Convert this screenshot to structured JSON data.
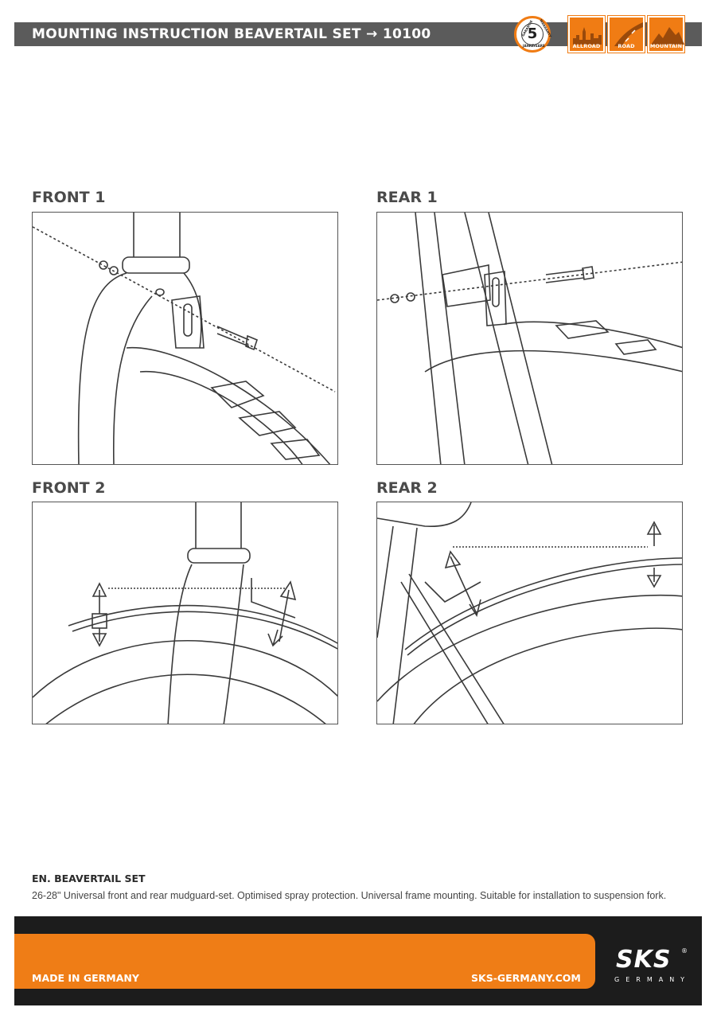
{
  "header": {
    "title": "MOUNTING INSTRUCTION BEAVERTAIL SET → 10100",
    "warranty": {
      "years": "5",
      "garantie": "GARANTIE",
      "warranty": "WARRANTY",
      "jahre": "JAHRE",
      "years_word": "YEARS"
    },
    "categories": [
      {
        "label": "ALLROAD",
        "icon": "city-skyline-icon"
      },
      {
        "label": "ROAD",
        "icon": "road-icon"
      },
      {
        "label": "MOUNTAIN",
        "icon": "mountain-icon"
      }
    ]
  },
  "panels": [
    {
      "title": "FRONT 1"
    },
    {
      "title": "REAR 1"
    },
    {
      "title": "FRONT 2"
    },
    {
      "title": "REAR 2"
    }
  ],
  "description": {
    "title": "EN. BEAVERTAIL SET",
    "body": "26-28\" Universal front and rear mudguard-set. Optimised spray protection. Universal frame mounting. Suitable for installation to suspension fork."
  },
  "footer": {
    "made_in": "MADE IN GERMANY",
    "url": "SKS-GERMANY.COM",
    "logo": "SKS",
    "logo_sub": "GERMANY",
    "logo_reg": "®"
  },
  "colors": {
    "accent": "#ef7d16",
    "header_gray": "#5b5b5b",
    "footer_dark": "#1c1c1c",
    "line": "#555555"
  }
}
